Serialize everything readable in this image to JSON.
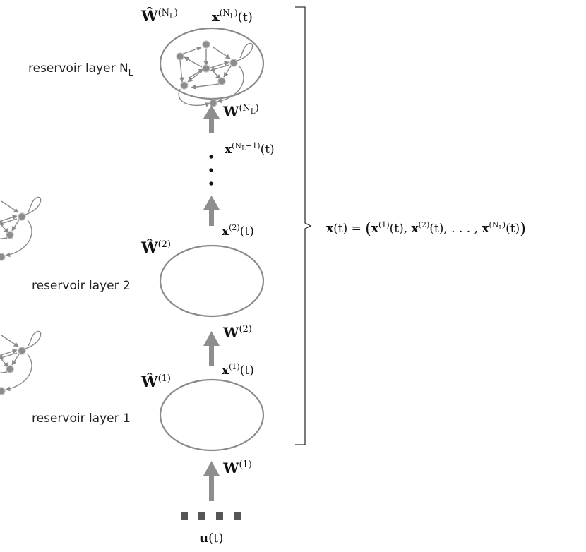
{
  "layers": [
    {
      "label": "reservoir layer N",
      "label_sub": "L",
      "recurrent_w": "Ŵ",
      "recurrent_sup": "(N",
      "recurrent_sup_sub": "L",
      "recurrent_sup_close": ")",
      "state_x": "x",
      "state_sup": "(N",
      "state_sup_sub": "L",
      "state_sup_close": ")",
      "state_t": "(t)"
    },
    {
      "label": "reservoir layer 2",
      "recurrent_w": "Ŵ",
      "recurrent_sup": "(2)",
      "state_x": "x",
      "state_sup": "(2)",
      "state_t": "(t)"
    },
    {
      "label": "reservoir layer 1",
      "recurrent_w": "Ŵ",
      "recurrent_sup": "(1)",
      "state_x": "x",
      "state_sup": "(1)",
      "state_t": "(t)"
    }
  ],
  "connections": [
    {
      "w": "W",
      "sup": "(N",
      "sup_sub": "L",
      "sup_close": ")"
    },
    {
      "w": "W",
      "sup": "(2)"
    },
    {
      "w": "W",
      "sup": "(1)"
    }
  ],
  "intermediate_state": {
    "x": "x",
    "sup": "(N",
    "sup_sub": "L",
    "sup_tail": "−1)",
    "t": "(t)"
  },
  "ellipsis": "⋮",
  "input": {
    "u": "u",
    "t": "(t)"
  },
  "global_state": {
    "lhs": "x",
    "lhs_t": "(t) = ",
    "open": "(",
    "x1": "x",
    "x1_sup": "(1)",
    "x1_t": "(t), ",
    "x2": "x",
    "x2_sup": "(2)",
    "x2_t": "(t), . . . , ",
    "xn": "x",
    "xn_sup": "(N",
    "xn_sup_sub": "L",
    "xn_sup_close": ")",
    "xn_t": "(t)",
    "close": ")"
  },
  "colors": {
    "reservoir": "#8a8a8a",
    "arrow": "#8e8e8e",
    "input": "#555555",
    "text": "#222222"
  }
}
